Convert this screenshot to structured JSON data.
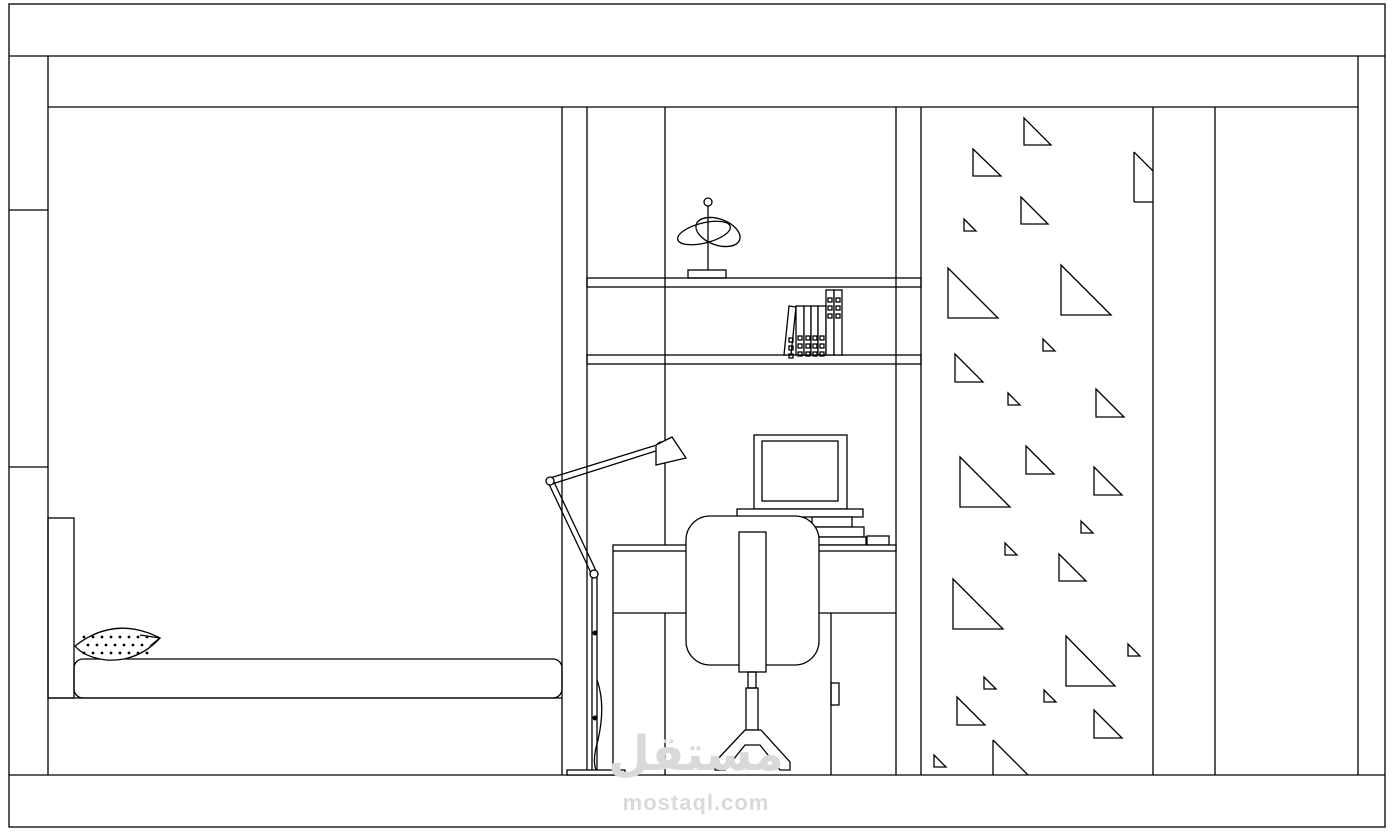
{
  "watermark": {
    "arabic": "مستقل",
    "latin": "mostaql.com"
  },
  "colors": {
    "line": "#000000",
    "background": "#ffffff",
    "watermark": "#d9d9d9"
  },
  "icons": [
    "bed",
    "pillow",
    "floor-lamp",
    "desk",
    "computer-monitor",
    "office-chair",
    "books",
    "sculpture",
    "triangle-pattern-panel"
  ]
}
